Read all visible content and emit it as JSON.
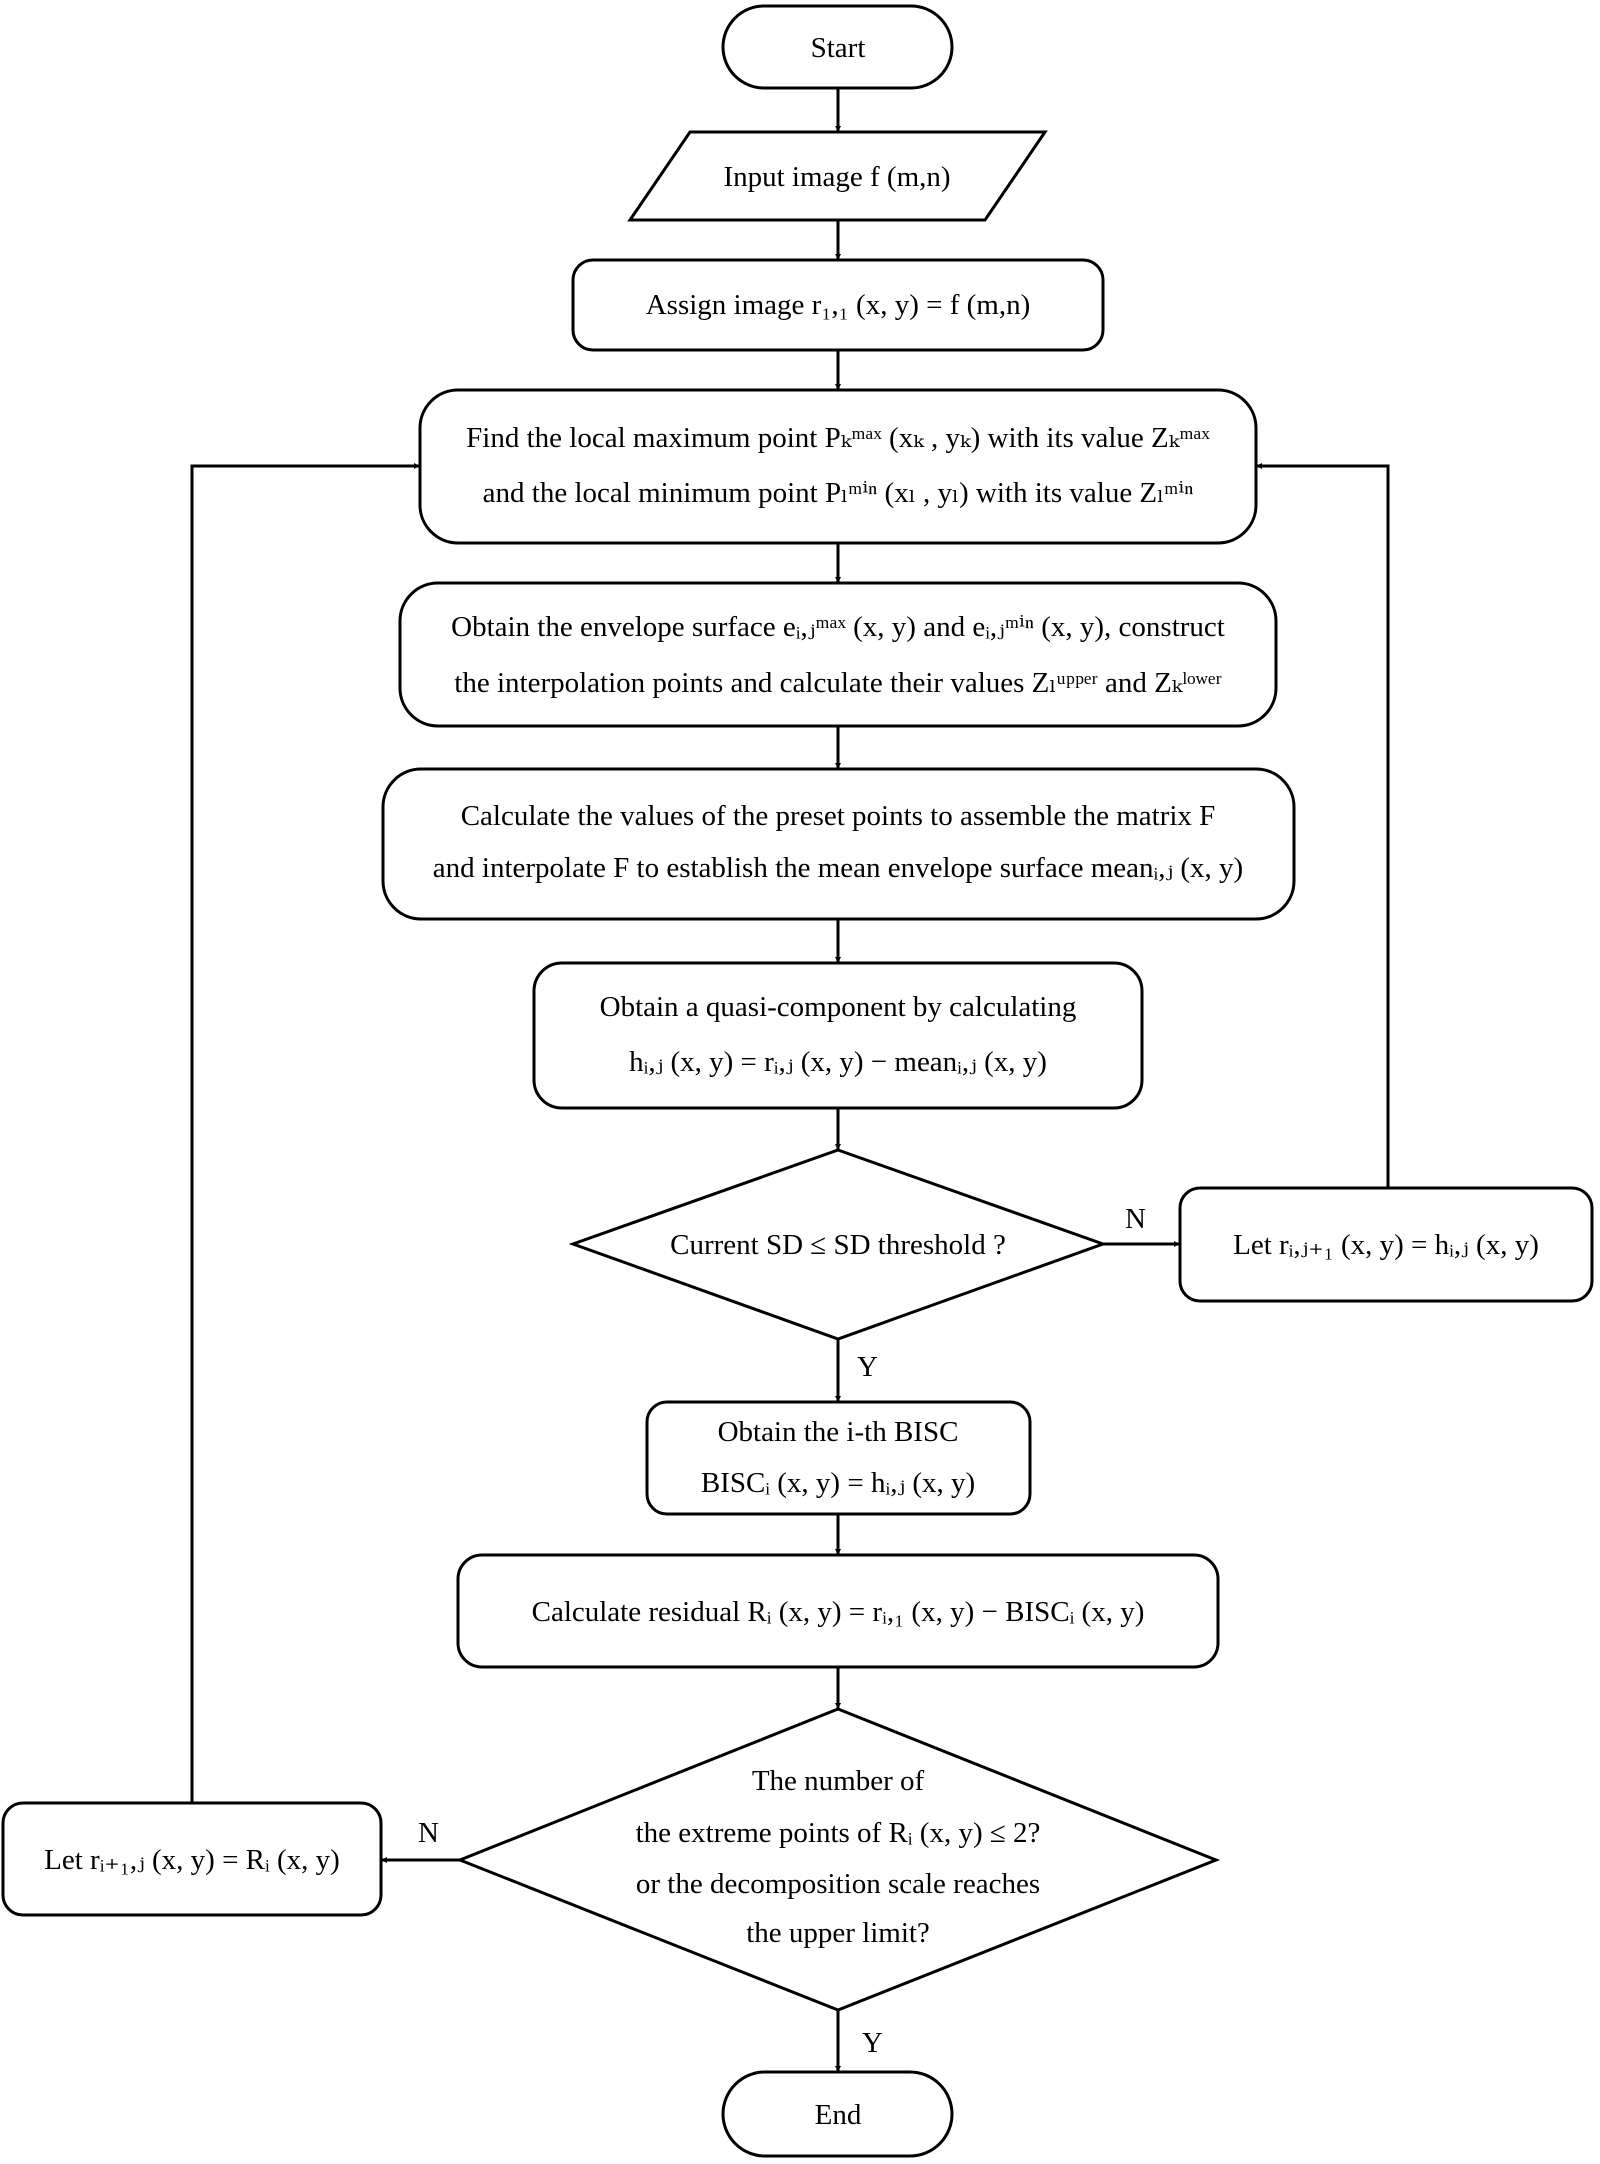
{
  "nodes": {
    "start": {
      "text": "Start"
    },
    "input": {
      "text": "Input image  f (m,n)"
    },
    "assign": {
      "text": "Assign image  r₁,₁ (x, y) = f (m,n)"
    },
    "find_extrema": {
      "line1": "Find the local maximum point Pₖᵐᵃˣ (xₖ , yₖ)  with its value Zₖᵐᵃˣ",
      "line2": "and the local minimum point Pₗᵐⁱⁿ (xₗ , yₗ)  with its value Zₗᵐⁱⁿ"
    },
    "envelope": {
      "line1": "Obtain the envelope surface eᵢ,ⱼᵐᵃˣ (x, y)  and eᵢ,ⱼᵐⁱⁿ (x, y), construct",
      "line2": "the interpolation points and calculate their values Zₗᵘᵖᵖᵉʳ  and Zₖˡᵒʷᵉʳ"
    },
    "mean": {
      "line1": "Calculate the values of the preset points to assemble the matrix F",
      "line2": "and interpolate F to establish the mean envelope surface meanᵢ,ⱼ (x, y)"
    },
    "quasi": {
      "line1": "Obtain a quasi-component by calculating",
      "line2": "hᵢ,ⱼ (x, y) = rᵢ,ⱼ (x, y) − meanᵢ,ⱼ (x, y)"
    },
    "sd_check": {
      "text": "Current SD ≤ SD threshold ?"
    },
    "let_r_next_j": {
      "text": "Let  rᵢ,ⱼ₊₁ (x, y) = hᵢ,ⱼ (x, y)"
    },
    "bisc": {
      "line1": "Obtain the i-th BISC",
      "line2": "BISCᵢ (x, y) = hᵢ,ⱼ (x, y)"
    },
    "residual": {
      "text": "Calculate residual  Rᵢ (x, y) = rᵢ,₁ (x, y) − BISCᵢ (x, y)"
    },
    "stop_check": {
      "line1": "The number of",
      "line2": "the extreme points of Rᵢ (x, y)  ≤  2?",
      "line3": "or the decomposition scale reaches",
      "line4": "the upper limit?"
    },
    "let_r_next_i": {
      "text": "Let  rᵢ₊₁,ⱼ (x, y) = Rᵢ (x, y)"
    },
    "end": {
      "text": "End"
    }
  },
  "edge_labels": {
    "sd_no": "N",
    "sd_yes": "Y",
    "stop_no": "N",
    "stop_yes": "Y"
  }
}
